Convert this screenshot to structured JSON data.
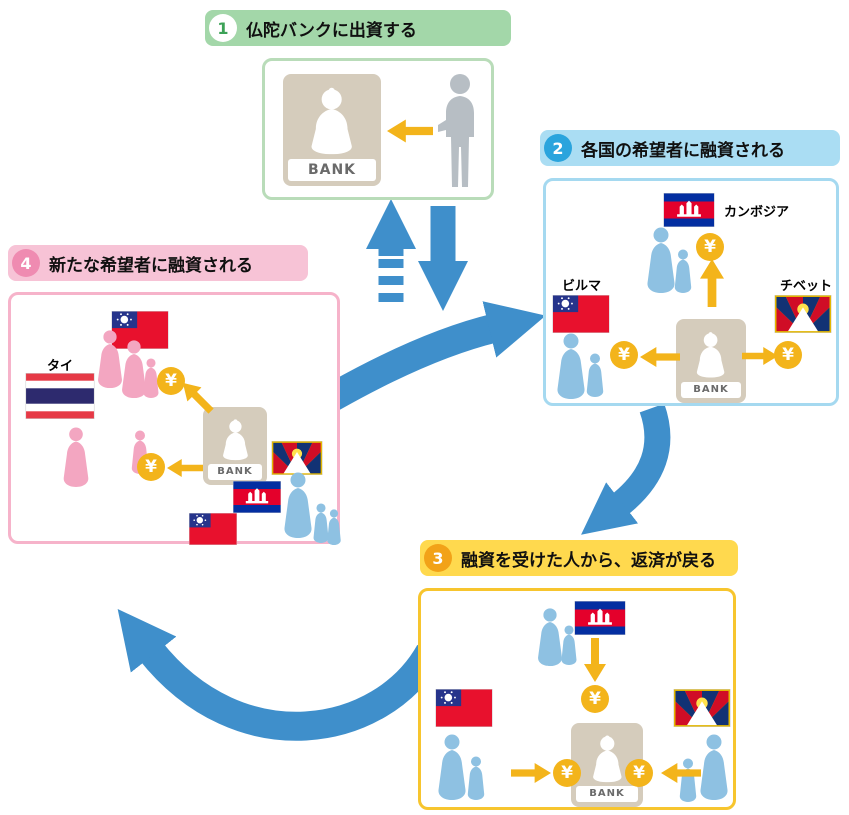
{
  "steps": [
    {
      "number": "1",
      "label": "仏陀バンクに出資する"
    },
    {
      "number": "2",
      "label": "各国の希望者に融資される"
    },
    {
      "number": "3",
      "label": "融資を受けた人から、返済が戻る"
    },
    {
      "number": "4",
      "label": "新たな希望者に融資される"
    }
  ],
  "bank_label": "BANK",
  "yen": "¥",
  "labels": {
    "cambodia": "カンボジア",
    "burma": "ビルマ",
    "tibet": "チベット",
    "thailand": "タイ"
  },
  "colors": {
    "step1_band": "#a3d7a9",
    "step2_band": "#aaddf3",
    "step3_band": "#ffd94e",
    "step4_band": "#f7c3d6",
    "flow_arrow_blue": "#3f8fcb",
    "money_arrow_yellow": "#f3b41b",
    "bank_box_tan": "#d5ccbc",
    "figure_blue": "#8ec1e2",
    "figure_pink": "#f3a6c1",
    "figure_gray": "#b7bec4"
  }
}
